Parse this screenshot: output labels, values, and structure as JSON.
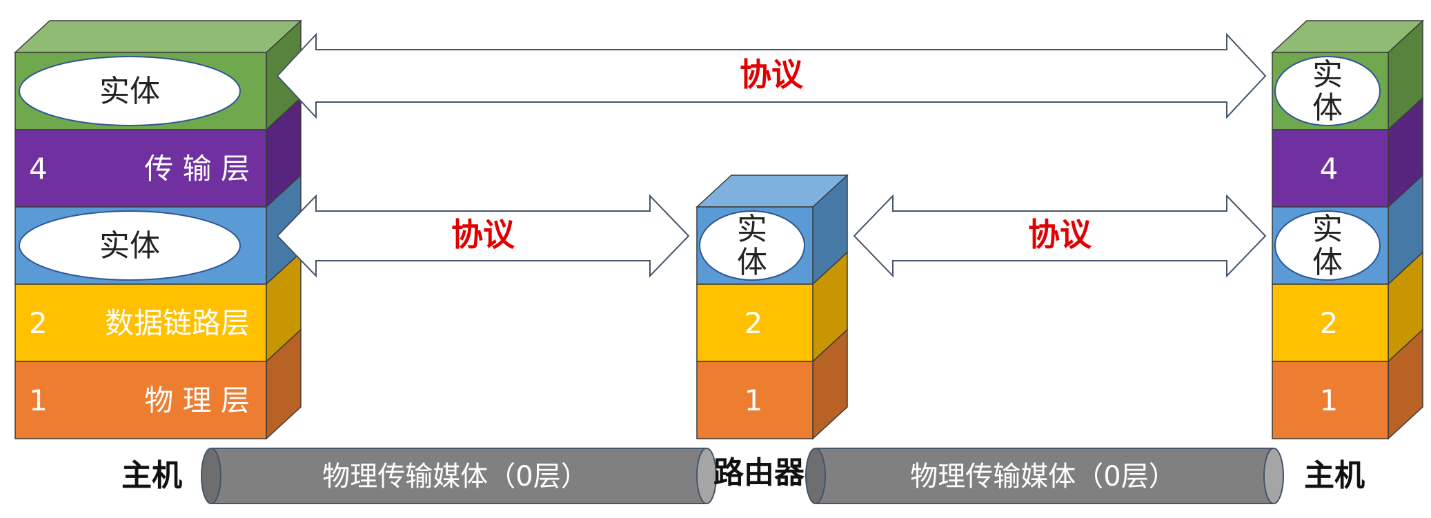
{
  "left_host": {
    "label": "主机",
    "layers": [
      {
        "kind": "entity",
        "text": "实体",
        "color": "#6fa84d"
      },
      {
        "kind": "layer",
        "num": "4",
        "name": "传 输 层",
        "color": "#7030a0"
      },
      {
        "kind": "entity",
        "text": "实体",
        "color": "#5b9bd5"
      },
      {
        "kind": "layer",
        "num": "2",
        "name": "数据链路层",
        "color": "#ffc000"
      },
      {
        "kind": "layer",
        "num": "1",
        "name": "物 理 层",
        "color": "#ed7d31"
      }
    ]
  },
  "router": {
    "label": "路由器",
    "layers": [
      {
        "kind": "entity",
        "text": "实\n体",
        "color": "#5b9bd5"
      },
      {
        "kind": "layer",
        "num": "2",
        "color": "#ffc000"
      },
      {
        "kind": "layer",
        "num": "1",
        "color": "#ed7d31"
      }
    ]
  },
  "right_host": {
    "label": "主机",
    "layers": [
      {
        "kind": "entity",
        "text": "实\n体",
        "color": "#6fa84d"
      },
      {
        "kind": "layer",
        "num": "4",
        "color": "#7030a0"
      },
      {
        "kind": "entity",
        "text": "实\n体",
        "color": "#5b9bd5"
      },
      {
        "kind": "layer",
        "num": "2",
        "color": "#ffc000"
      },
      {
        "kind": "layer",
        "num": "1",
        "color": "#ed7d31"
      }
    ]
  },
  "protocols": {
    "top": "协议",
    "middle_left": "协议",
    "middle_right": "协议",
    "color": "#e00000"
  },
  "media": {
    "left": "物理传输媒体（0层）",
    "right": "物理传输媒体（0层）",
    "color": "#808080"
  }
}
